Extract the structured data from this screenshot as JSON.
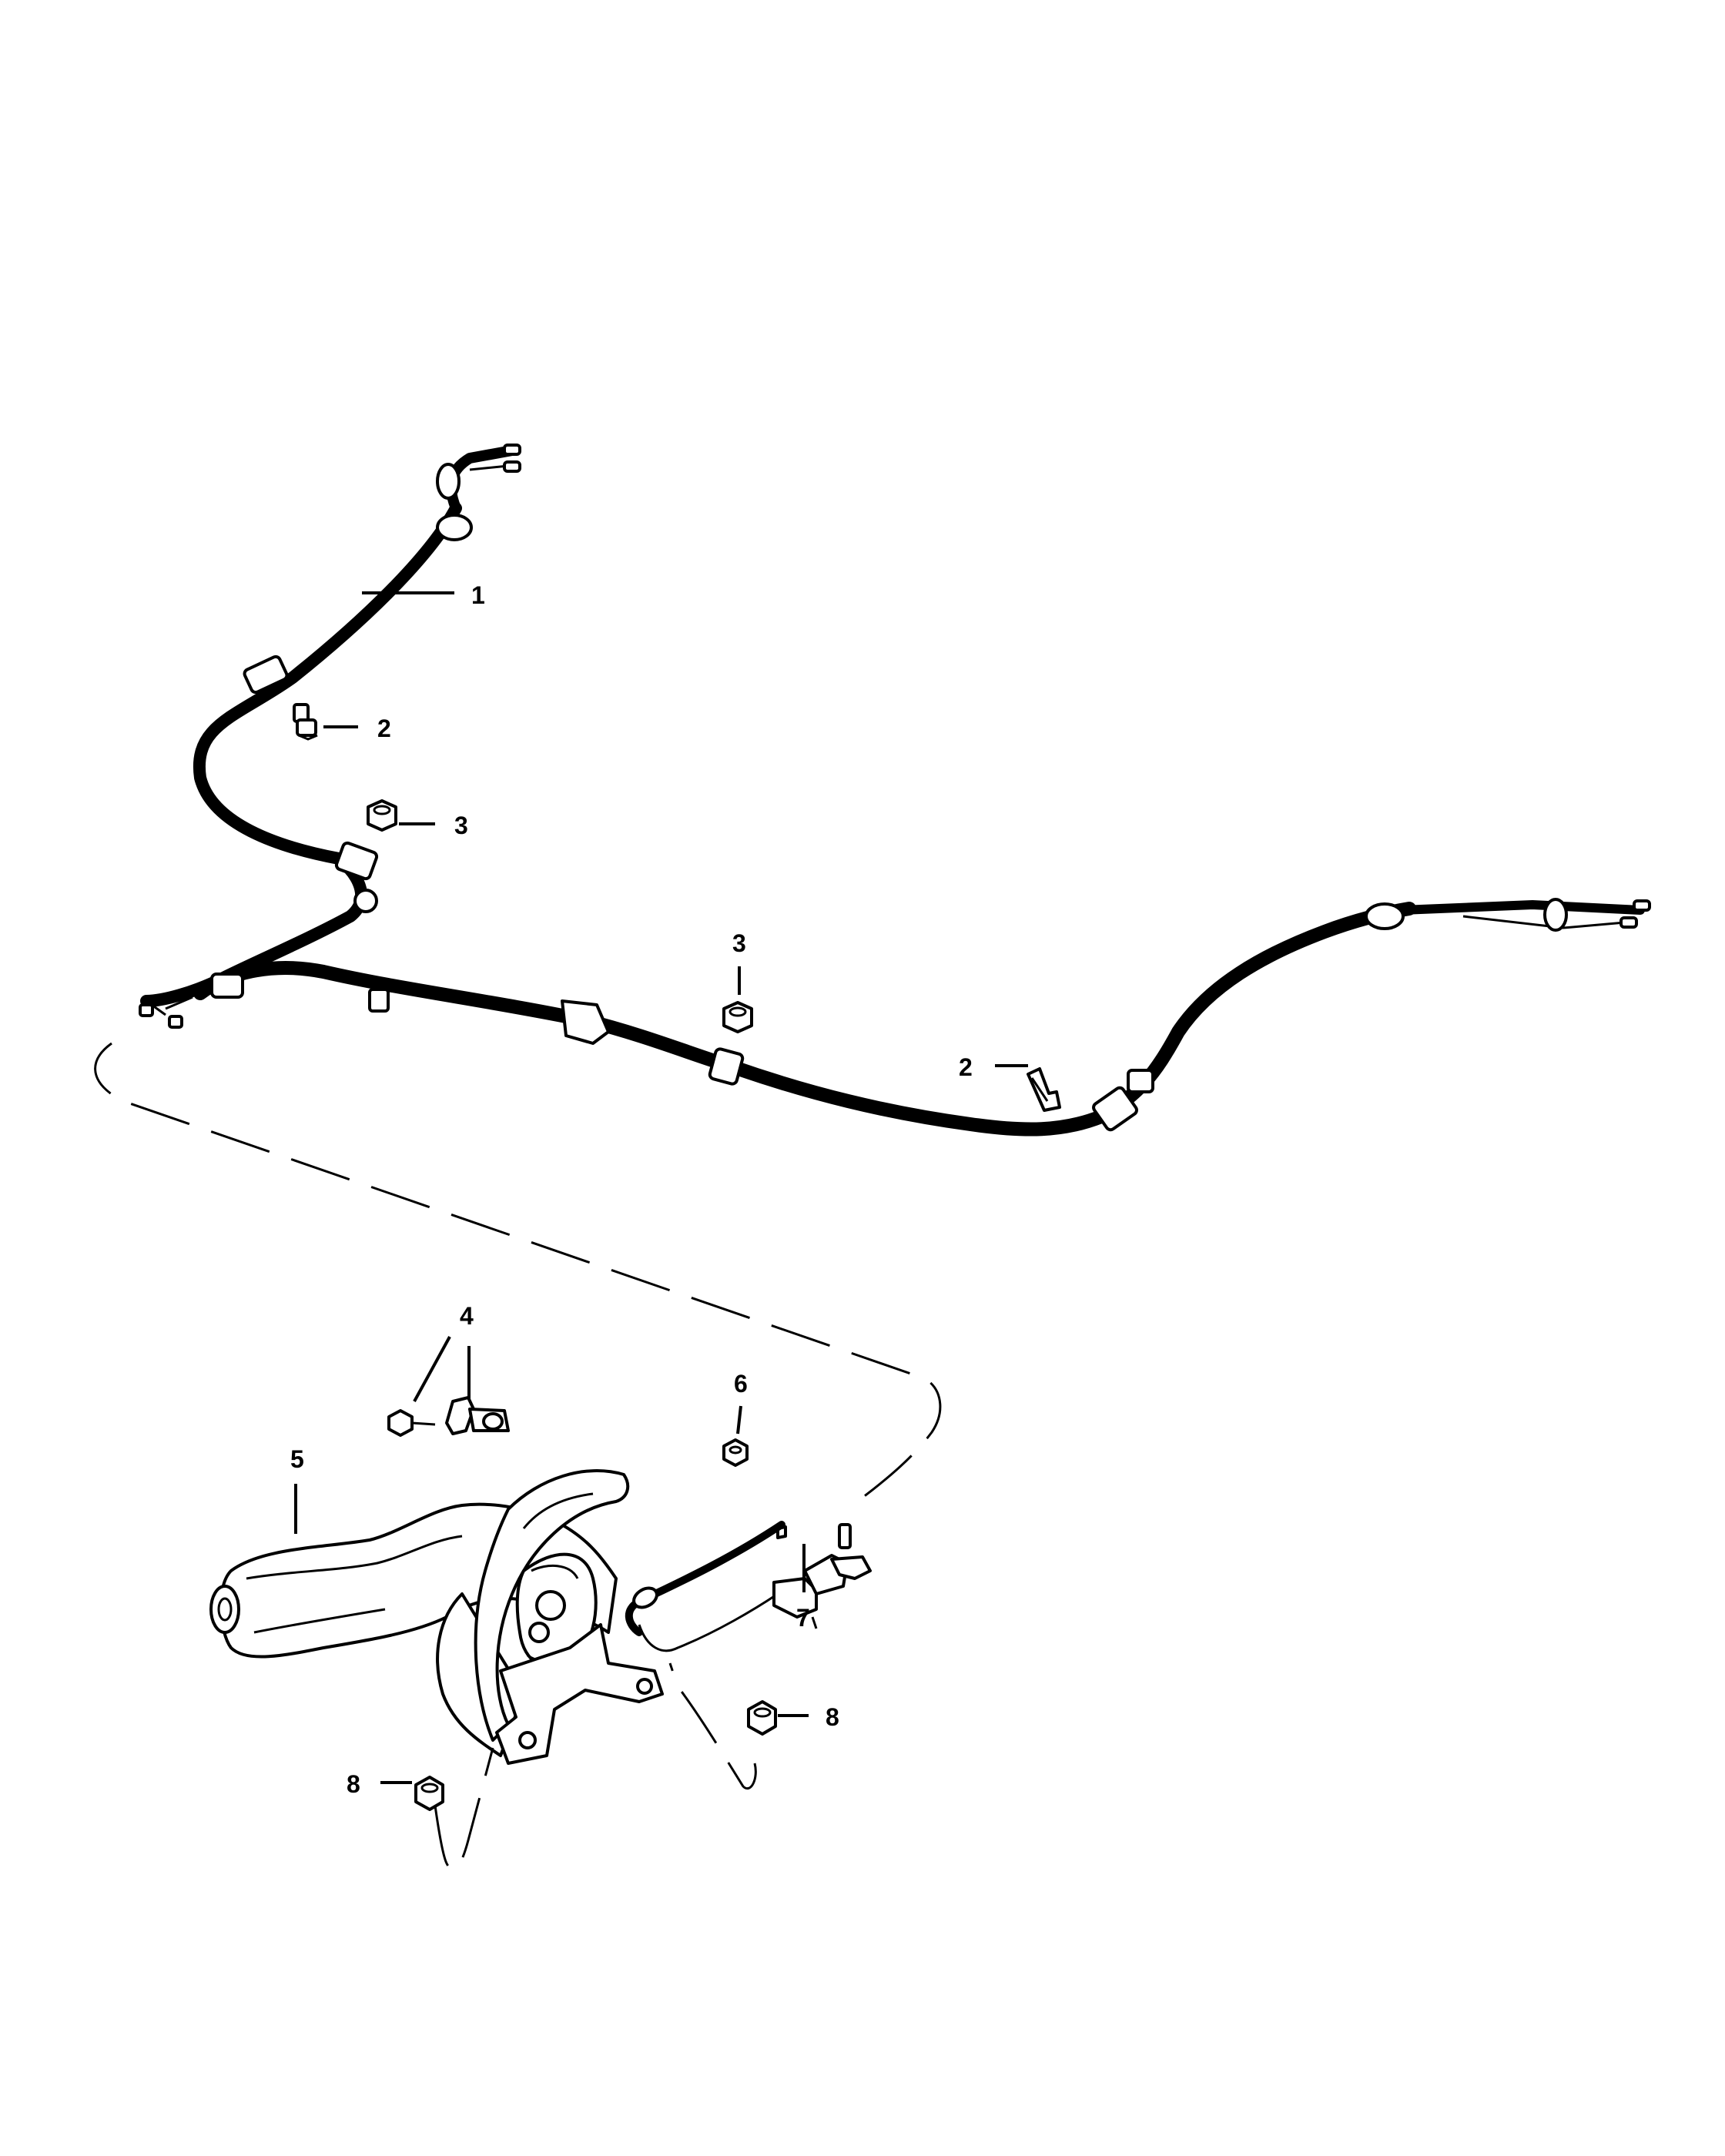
{
  "callouts": [
    {
      "id": "c1",
      "label": "1"
    },
    {
      "id": "c2a",
      "label": "2"
    },
    {
      "id": "c3a",
      "label": "3"
    },
    {
      "id": "c3b",
      "label": "3"
    },
    {
      "id": "c2b",
      "label": "2"
    },
    {
      "id": "c4",
      "label": "4"
    },
    {
      "id": "c5",
      "label": "5"
    },
    {
      "id": "c6",
      "label": "6"
    },
    {
      "id": "c7",
      "label": "7"
    },
    {
      "id": "c8a",
      "label": "8"
    },
    {
      "id": "c8b",
      "label": "8"
    }
  ]
}
